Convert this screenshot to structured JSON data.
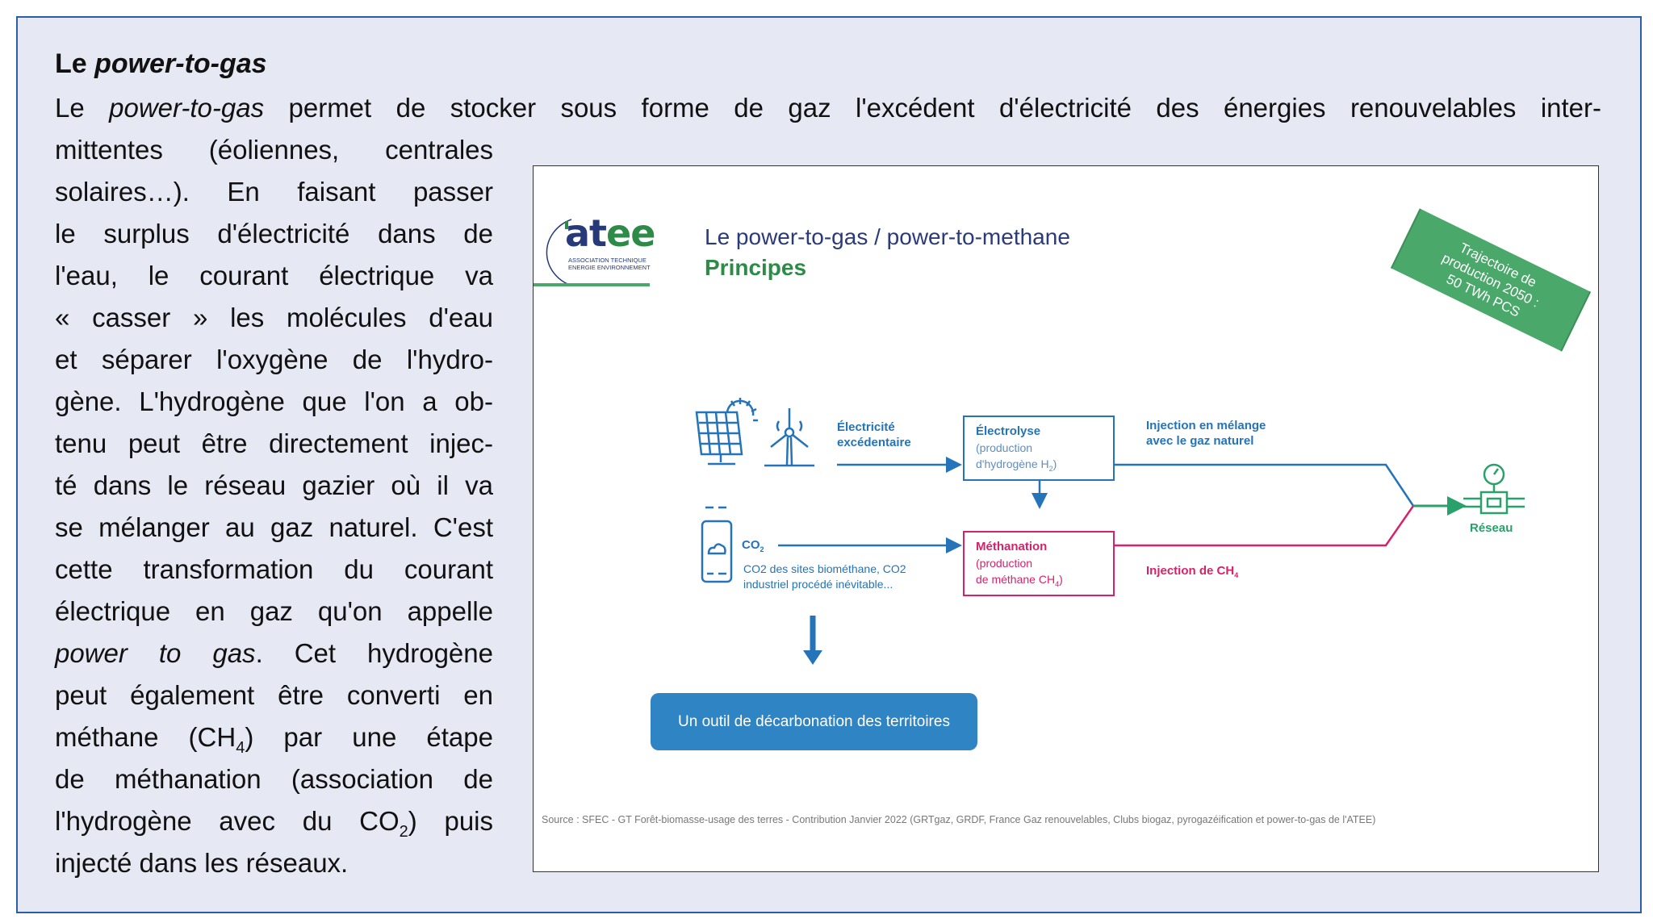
{
  "heading": {
    "prefix": "Le ",
    "italic": "power-to-gas"
  },
  "body_lines": [
    [
      {
        "t": "Le "
      },
      {
        "t": "power-to-gas",
        "i": true
      },
      {
        "t": " permet de stocker sous forme de gaz l'excédent d'électricité des énergies renouvelables inter-"
      }
    ],
    [
      {
        "t": "mittentes (éoliennes, centrales"
      }
    ],
    [
      {
        "t": "solaires…). En faisant passer"
      }
    ],
    [
      {
        "t": "le surplus d'électricité dans de"
      }
    ],
    [
      {
        "t": "l'eau, le courant électrique va"
      }
    ],
    [
      {
        "t": "« casser » les molécules d'eau"
      }
    ],
    [
      {
        "t": "et séparer l'oxygène de l'hydro-"
      }
    ],
    [
      {
        "t": "gène. L'hydrogène que l'on a ob-"
      }
    ],
    [
      {
        "t": "tenu peut être directement injec-"
      }
    ],
    [
      {
        "t": "té dans le réseau gazier où il va"
      }
    ],
    [
      {
        "t": "se mélanger au gaz naturel. C'est"
      }
    ],
    [
      {
        "t": "cette transformation du courant"
      }
    ],
    [
      {
        "t": "électrique en gaz qu'on appelle"
      }
    ],
    [
      {
        "t": "power to gas",
        "i": true
      },
      {
        "t": ". Cet hydrogène"
      }
    ],
    [
      {
        "t": "peut également être converti en"
      }
    ],
    [
      {
        "t": "méthane (CH"
      },
      {
        "t": "4",
        "sub": true
      },
      {
        "t": ") par une étape"
      }
    ],
    [
      {
        "t": "de méthanation (association de"
      }
    ],
    [
      {
        "t": "l'hydrogène avec du CO"
      },
      {
        "t": "2",
        "sub": true
      },
      {
        "t": ") puis"
      }
    ],
    [
      {
        "t": "injecté dans les réseaux."
      }
    ]
  ],
  "figure": {
    "logo": {
      "word_a": "at",
      "word_b": "ee",
      "line1": "ASSOCIATION TECHNIQUE",
      "line2": "ENERGIE ENVIRONNEMENT"
    },
    "title": "Le power-to-gas / power-to-methane",
    "subtitle": "Principes",
    "banner": [
      "Trajectoire de",
      "production 2050 :",
      "50 TWh PCS"
    ],
    "electricity_label": [
      "Électricité",
      "excédentaire"
    ],
    "electrolyse": {
      "title": "Électrolyse",
      "desc1": "(production",
      "desc2": "d'hydrogène H",
      "sub": "2",
      "close": ")"
    },
    "methanation": {
      "title": "Méthanation",
      "desc1": "(production",
      "desc2": "de méthane CH",
      "sub": "4",
      "close": ")"
    },
    "injection_blend": [
      "Injection en mélange",
      "avec le gaz naturel"
    ],
    "injection_ch4": {
      "text": "Injection de CH",
      "sub": "4"
    },
    "co2": {
      "label": "CO",
      "sub": "2",
      "desc1": "CO2 des sites biométhane, CO2",
      "desc2": "industriel procédé inévitable..."
    },
    "network_label": "Réseau",
    "button": "Un outil de décarbonation des territoires",
    "source": "Source : SFEC - GT Forêt-biomasse-usage des terres - Contribution Janvier 2022 (GRTgaz, GRDF, France Gaz renouvelables, Clubs biogaz, pyrogazéification et power-to-gas de l'ATEE)"
  },
  "colors": {
    "blue": "#2573b8",
    "pink": "#d6226b",
    "green": "#4aa86a",
    "navy": "#2b3a7a",
    "frame": "#2a5fa5"
  }
}
